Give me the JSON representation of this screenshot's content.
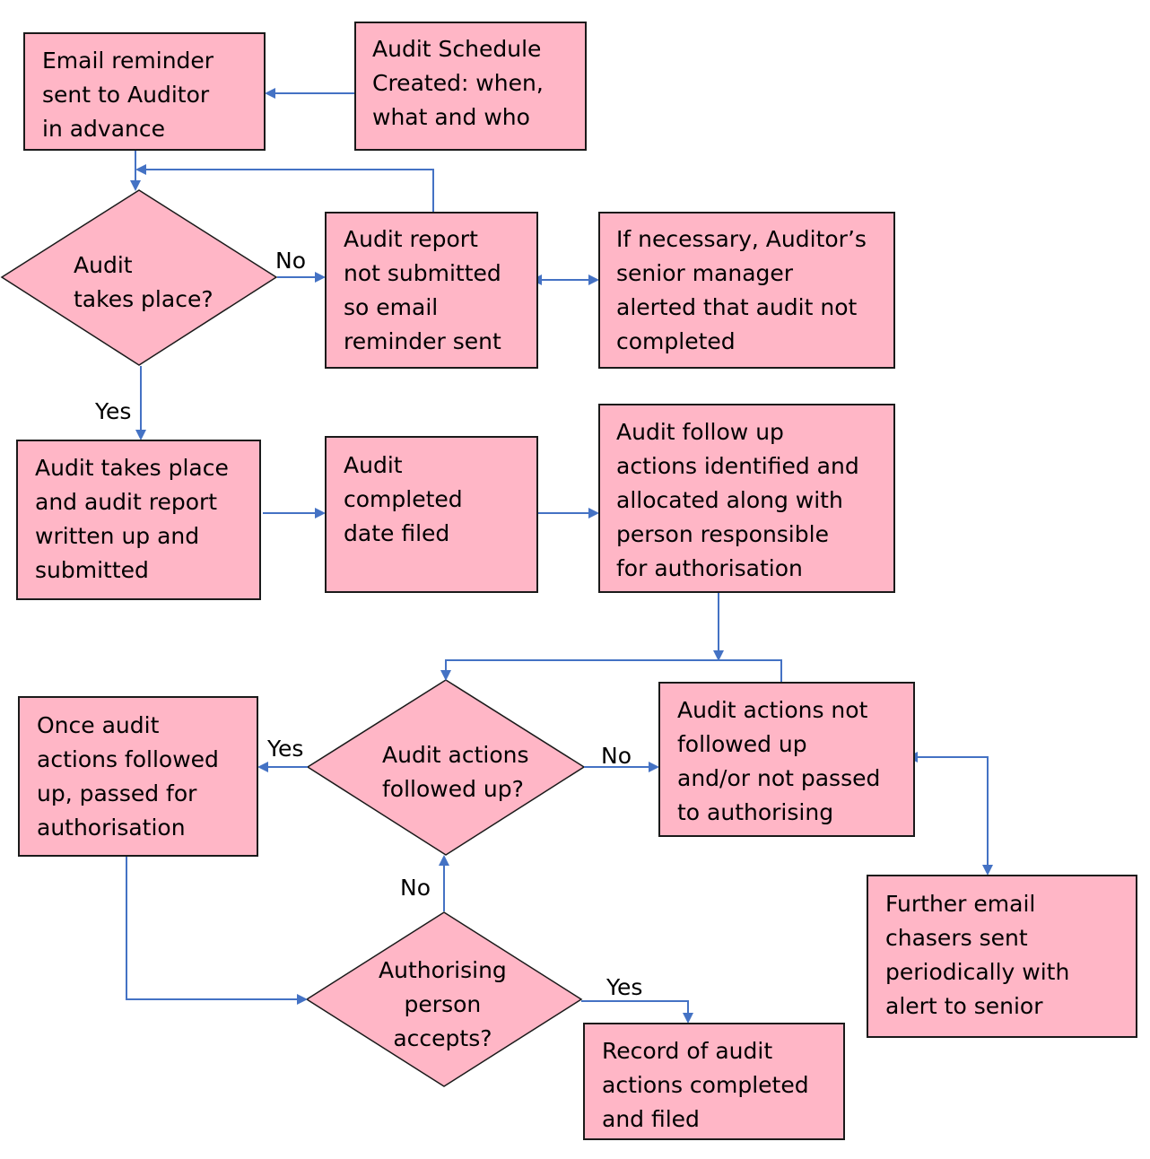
{
  "colors": {
    "box_fill": "#ffb6c6",
    "box_border": "#1a1a1a",
    "arrow": "#4472c4"
  },
  "boxes": {
    "email_reminder": "Email reminder\nsent to Auditor\nin advance",
    "audit_schedule": "Audit Schedule\nCreated: when,\nwhat and who",
    "report_not_submitted": "Audit report\nnot submitted\nso email\nreminder sent",
    "senior_manager_alert": "If necessary, Auditor’s\nsenior manager\nalerted that audit not\ncompleted",
    "audit_takes_place": "Audit takes place\nand audit report\nwritten up and\nsubmitted",
    "completed_date_filed": "Audit\ncompleted\ndate filed",
    "follow_up_actions": "Audit follow up\nactions identified and\nallocated along with\nperson responsible\nfor authorisation",
    "actions_not_followed": "Audit actions not\nfollowed up\nand/or not passed\nto authorising",
    "passed_for_authorisation": "Once audit\nactions followed\nup, passed for\nauthorisation",
    "further_chasers": "Further email\nchasers sent\nperiodically with\nalert to senior",
    "record_completed": "Record of audit\nactions completed\nand filed"
  },
  "decisions": {
    "audit_takes_place_q": "Audit\ntakes place?",
    "actions_followed_q": "Audit actions\nfollowed up?",
    "authorising_accepts_q": "Authorising\nperson\naccepts?"
  },
  "labels": {
    "no_1": "No",
    "yes_1": "Yes",
    "yes_2": "Yes",
    "no_2": "No",
    "no_3": "No",
    "yes_3": "Yes"
  }
}
